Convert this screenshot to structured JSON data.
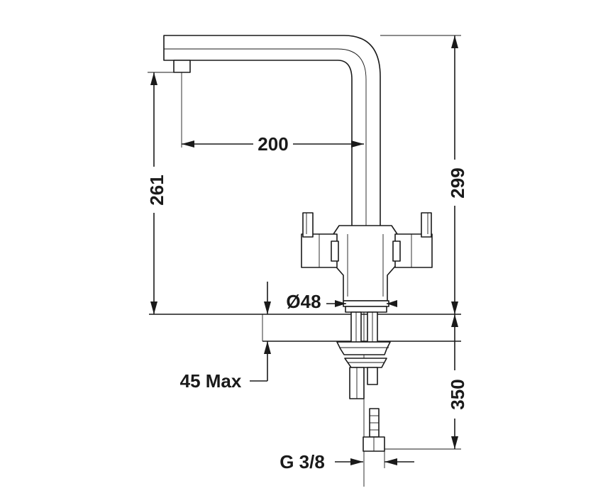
{
  "diagram": {
    "dimensions": {
      "spout_reach": "200",
      "spout_height": "261",
      "total_height": "299",
      "base_diameter": "Ø48",
      "max_counter_thickness": "45 Max",
      "below_counter_length": "350",
      "connection_thread": "G 3/8"
    }
  }
}
